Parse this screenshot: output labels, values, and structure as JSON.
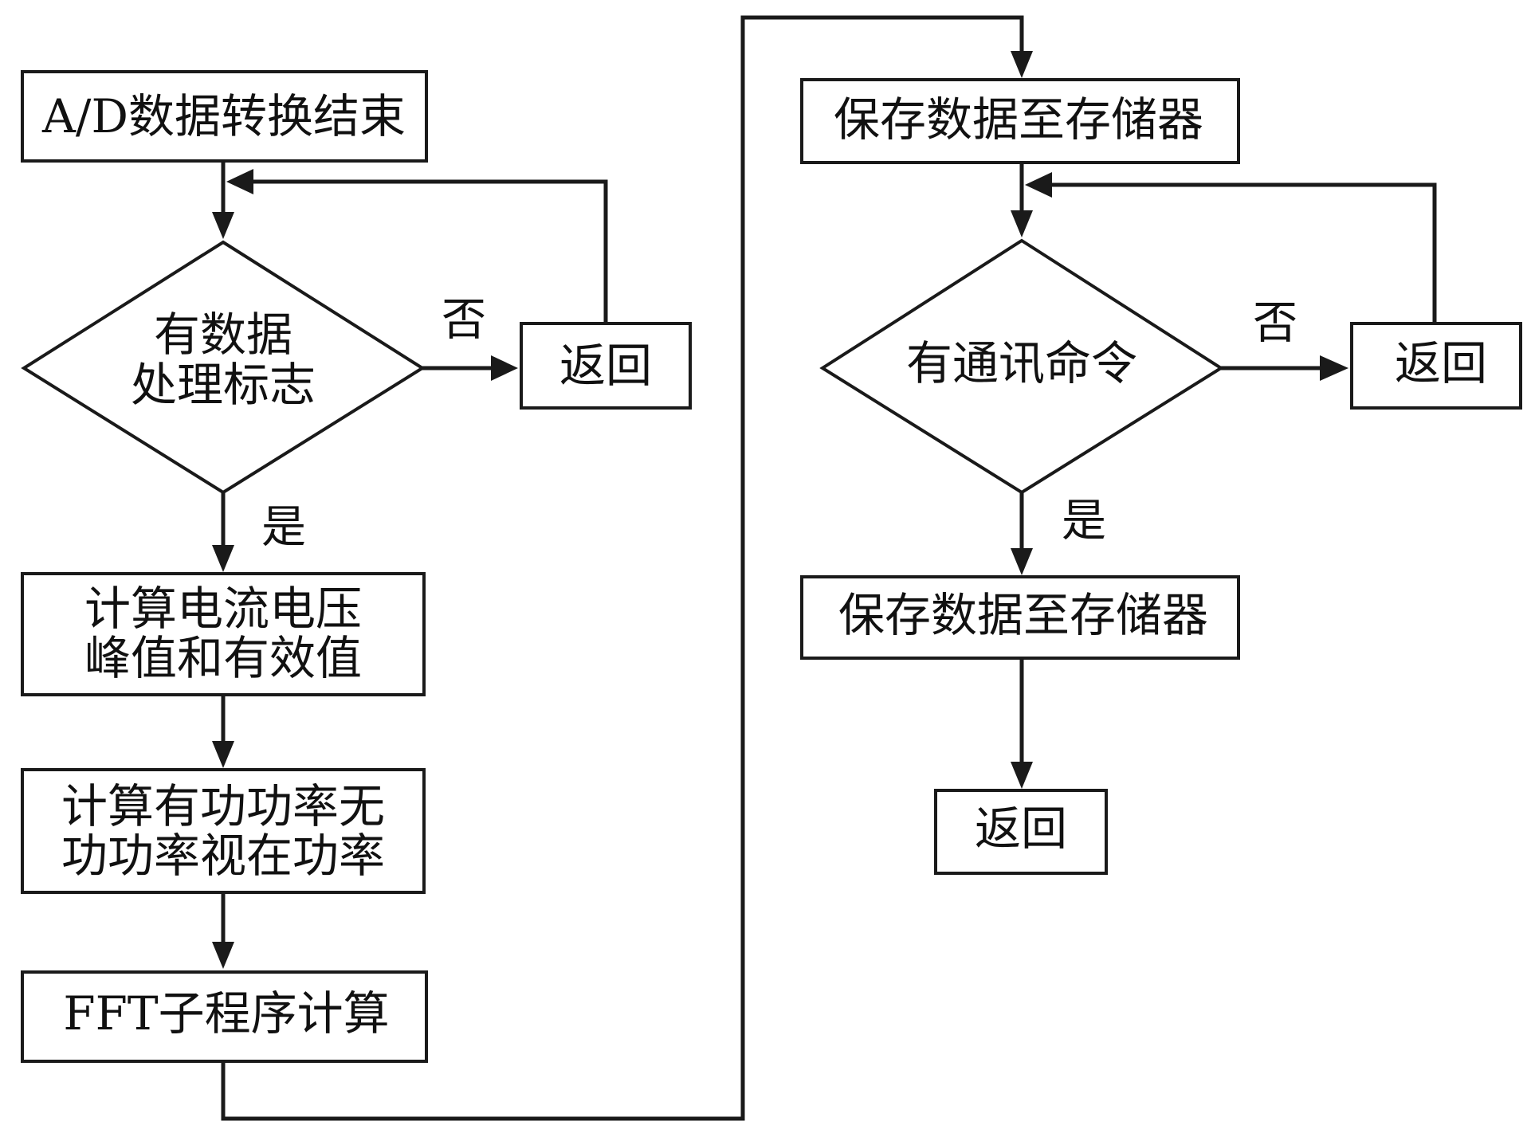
{
  "nodes": {
    "ad_end": {
      "label": "A/D数据转换结束"
    },
    "has_flag": {
      "lines": [
        "有数据",
        "处理标志"
      ]
    },
    "return_1": {
      "label": "返回"
    },
    "calc_peak": {
      "lines": [
        "计算电流电压",
        "峰值和有效值"
      ]
    },
    "calc_power": {
      "lines": [
        "计算有功功率无",
        "功功率视在功率"
      ]
    },
    "fft": {
      "label": "FFT子程序计算"
    },
    "save_1": {
      "label": "保存数据至存储器"
    },
    "has_cmd": {
      "label": "有通讯命令"
    },
    "return_2": {
      "label": "返回"
    },
    "save_2": {
      "label": "保存数据至存储器"
    },
    "return_3": {
      "label": "返回"
    }
  },
  "edge_labels": {
    "flag_no": "否",
    "flag_yes": "是",
    "cmd_no": "否",
    "cmd_yes": "是"
  },
  "colors": {
    "stroke": "#1a1a1a",
    "fill": "#ffffff",
    "text": "#111111"
  }
}
